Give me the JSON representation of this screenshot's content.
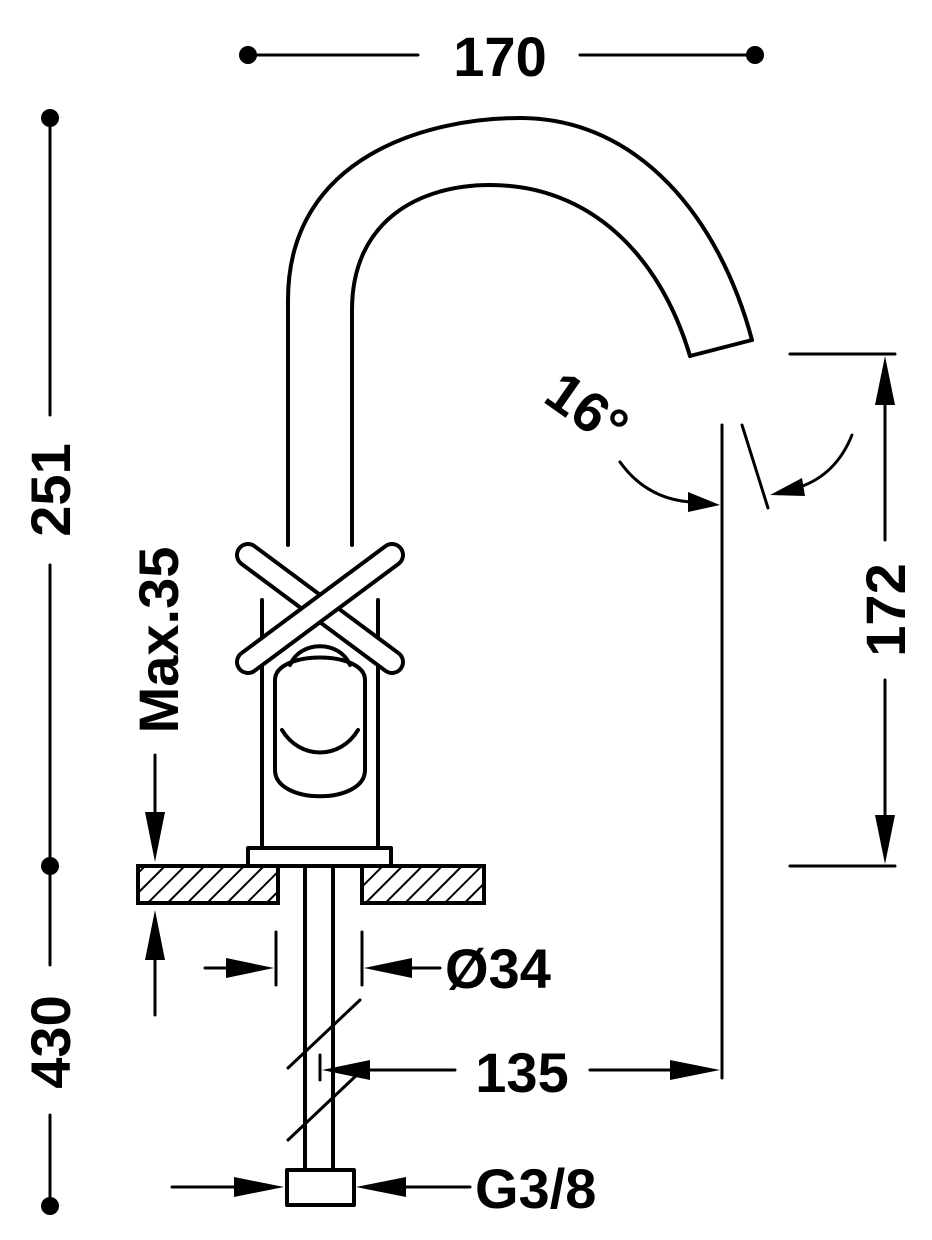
{
  "dimensions": {
    "top_width": "170",
    "total_height": "251",
    "max_thickness": "Max.35",
    "spout_angle": "16°",
    "spout_height": "172",
    "hole_diameter": "Ø34",
    "reach": "135",
    "hose_length": "430",
    "connection": "G3/8"
  },
  "colors": {
    "line": "#000000",
    "background": "#ffffff"
  }
}
